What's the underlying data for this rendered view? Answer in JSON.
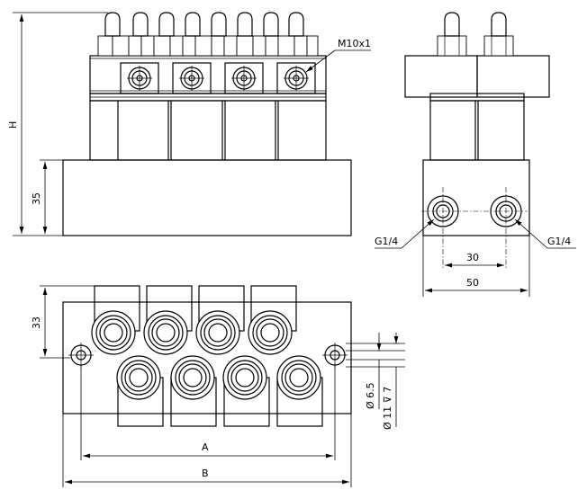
{
  "labels": {
    "height": "H",
    "base_height": "35",
    "thread_top": "M10x1",
    "port_left": "G1/4",
    "port_right": "G1/4",
    "port_spacing": "30",
    "width_side": "50",
    "plan_depth": "33",
    "hole_small": "Ø 6.5",
    "hole_counterbore": "Ø 11 ⊽ 7",
    "length_inner": "A",
    "length_total": "B"
  }
}
